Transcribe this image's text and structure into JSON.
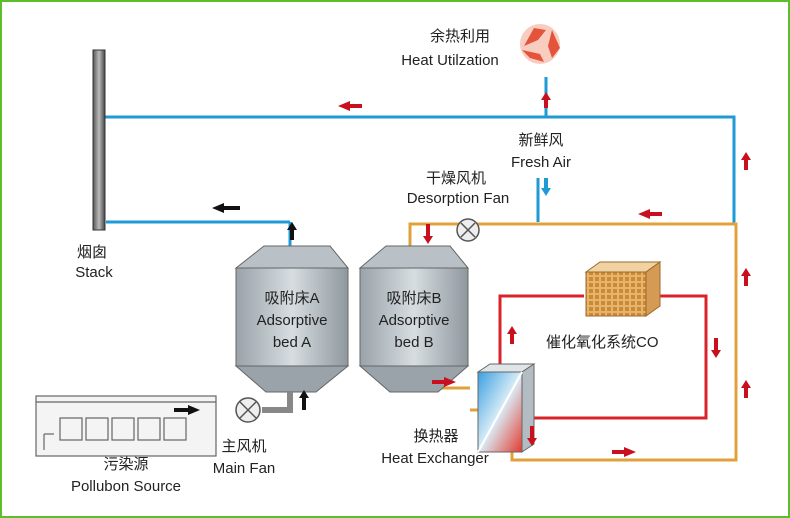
{
  "labels": {
    "heat_utilization_zh": "余热利用",
    "heat_utilization_en": "Heat Utilzation",
    "fresh_air_zh": "新鲜风",
    "fresh_air_en": "Fresh Air",
    "desorption_fan_zh": "干燥风机",
    "desorption_fan_en": "Desorption Fan",
    "stack_zh": "烟囱",
    "stack_en": "Stack",
    "bed_a_zh": "吸附床A",
    "bed_a_en1": "Adsorptive",
    "bed_a_en2": "bed A",
    "bed_b_zh": "吸附床B",
    "bed_b_en1": "Adsorptive",
    "bed_b_en2": "bed B",
    "catalytic_zh": "催化氧化系统CO",
    "main_fan_zh": "主风机",
    "main_fan_en": "Main Fan",
    "pollution_zh": "污染源",
    "pollution_en": "Pollubon Source",
    "heat_exchanger_zh": "换热器",
    "heat_exchanger_en": "Heat Exchanger"
  },
  "colors": {
    "blue_pipe": "#1e9ad6",
    "orange_pipe": "#e0a03a",
    "red_pipe": "#d8232a",
    "arrow_red": "#c8101e",
    "arrow_black": "#111111",
    "frame": "#5cbf2a"
  }
}
